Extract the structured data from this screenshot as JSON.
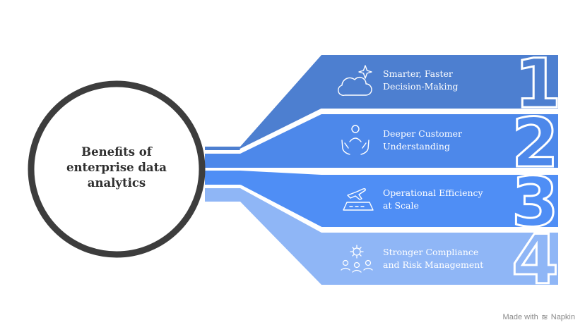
{
  "center": {
    "title": "Benefits of enterprise data analytics"
  },
  "items": [
    {
      "number": "1",
      "label": "Smarter, Faster\nDecision-Making",
      "icon": "sparkle-cloud-icon",
      "color": "#4d7fd0"
    },
    {
      "number": "2",
      "label": "Deeper Customer\nUnderstanding",
      "icon": "hands-person-icon",
      "color": "#4d88ea"
    },
    {
      "number": "3",
      "label": "Operational Efficiency\nat Scale",
      "icon": "airplane-runway-icon",
      "color": "#4f8ef5"
    },
    {
      "number": "4",
      "label": "Stronger Compliance\nand Risk Management",
      "icon": "gear-people-icon",
      "color": "#8fb6f6"
    }
  ],
  "watermark": {
    "text": "Made with",
    "brand": "Napkin"
  },
  "colors": {
    "ring": "#3d3d3d",
    "title": "#2f2f2f",
    "number_outline": "#ffffff"
  }
}
